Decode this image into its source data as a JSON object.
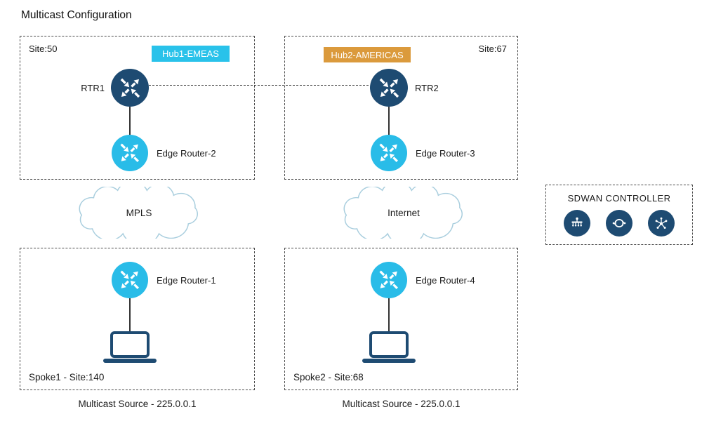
{
  "title": "Multicast Configuration",
  "colors": {
    "navy": "#1E4B72",
    "cyan": "#29BCE8",
    "badge_cyan": "#29C2EA",
    "badge_orange": "#DB9A3C",
    "cloud_stroke": "#A9CEDE"
  },
  "hub1": {
    "site": "Site:50",
    "badge": "Hub1-EMEAS",
    "router_label": "RTR1",
    "edge_label": "Edge Router-2"
  },
  "hub2": {
    "site": "Site:67",
    "badge": "Hub2-AMERICAS",
    "router_label": "RTR2",
    "edge_label": "Edge Router-3"
  },
  "clouds": {
    "left": "MPLS",
    "right": "Internet"
  },
  "spoke1": {
    "label": "Spoke1 - Site:140",
    "edge_label": "Edge Router-1",
    "source": "Multicast Source - 225.0.0.1"
  },
  "spoke2": {
    "label": "Spoke2 - Site:68",
    "edge_label": "Edge Router-4",
    "source": "Multicast Source - 225.0.0.1"
  },
  "sdwan": {
    "title": "SDWAN CONTROLLER",
    "icons": [
      "management-icon",
      "sync-controller-icon",
      "orchestrator-icon"
    ]
  }
}
